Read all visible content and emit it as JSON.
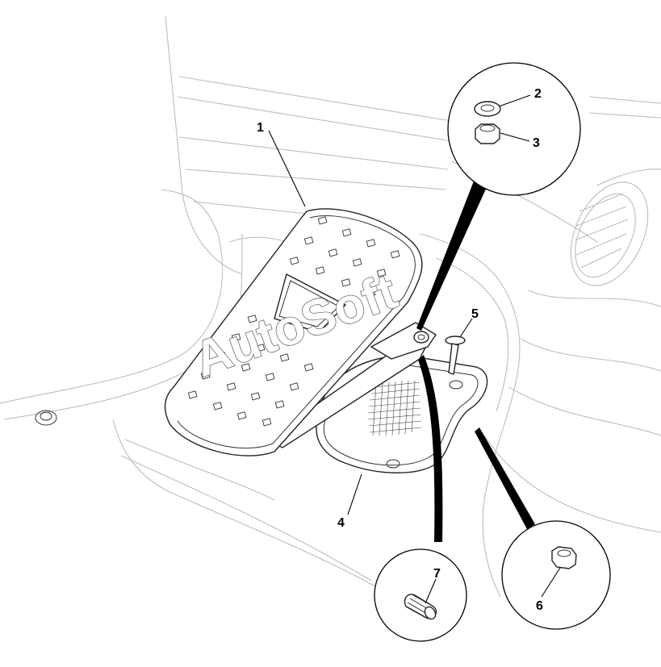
{
  "diagram": {
    "callouts": [
      {
        "id": "1",
        "label": "1"
      },
      {
        "id": "2",
        "label": "2"
      },
      {
        "id": "3",
        "label": "3"
      },
      {
        "id": "4",
        "label": "4"
      },
      {
        "id": "5",
        "label": "5"
      },
      {
        "id": "6",
        "label": "6"
      },
      {
        "id": "7",
        "label": "7"
      }
    ],
    "watermark": "AutoSoft"
  }
}
